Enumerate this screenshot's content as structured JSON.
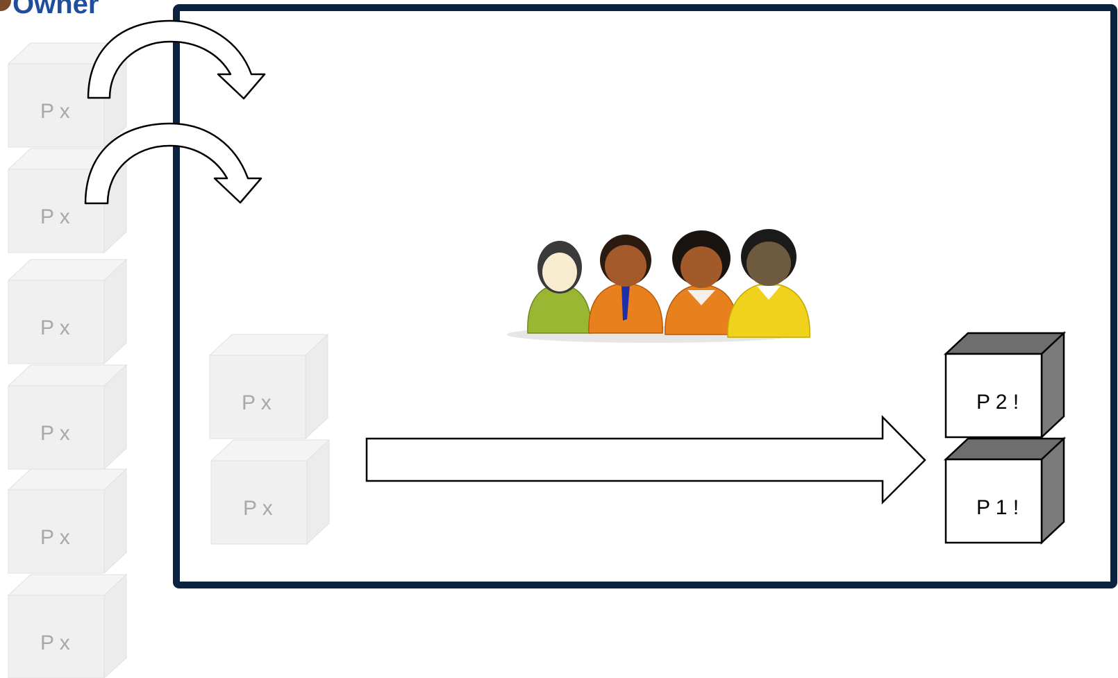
{
  "header": {
    "owner_label": "Owner"
  },
  "backlog": {
    "items": [
      {
        "label": "P x"
      },
      {
        "label": "P x"
      },
      {
        "label": "P x"
      },
      {
        "label": "P x"
      },
      {
        "label": "P x"
      },
      {
        "label": "P x"
      }
    ]
  },
  "sprint": {
    "selected_items": [
      {
        "label": "P x"
      },
      {
        "label": "P x"
      }
    ],
    "done_items": [
      {
        "label": "P 2 !"
      },
      {
        "label": "P 1 !"
      }
    ],
    "team_icon": "team-people-icon"
  },
  "colors": {
    "frame": "#0b2340",
    "faded_box_face": "#f0f0f0",
    "faded_box_edge": "#dcdcdc",
    "faded_text": "#a8a8a8",
    "done_box_side": "#777777",
    "owner_text": "#1f4e9c"
  }
}
